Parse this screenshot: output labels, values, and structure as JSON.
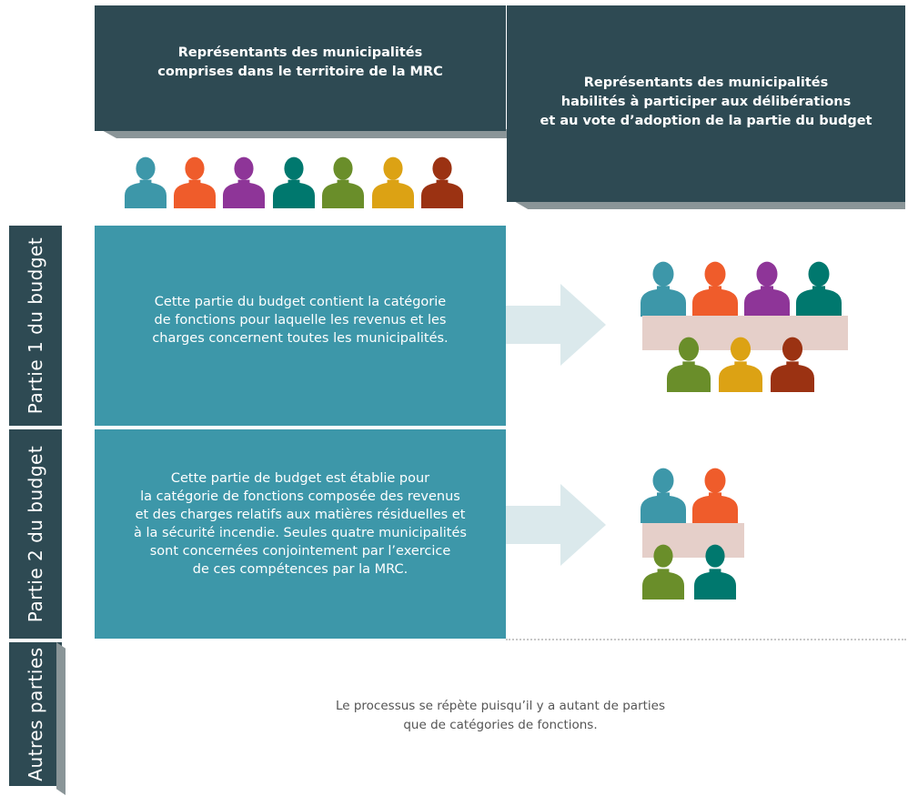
{
  "header": {
    "left_title": "Représentants des municipalités\ncomprises dans le territoire de la MRC",
    "right_title": "Représentants des municipalités\nhabilités à participer aux délibérations\net au vote d’adoption de la partie du budget"
  },
  "colors": {
    "dark": "#2e4a53",
    "panel": "#3d97a9",
    "table": "#e5cfc9",
    "arrow": "#dbe9ec",
    "people": [
      "#3d97a9",
      "#ef5c2b",
      "#8e3598",
      "#00786e",
      "#6a8e2a",
      "#dca214",
      "#9b3212"
    ]
  },
  "side_tabs": {
    "part1": "Partie 1 du budget",
    "part2": "Partie 2 du budget",
    "other": "Autres parties"
  },
  "parts": {
    "part1_text": "Cette partie du budget contient la catégorie\nde fonctions pour laquelle les revenus et les\ncharges concernent toutes les municipalités.",
    "part2_text": "Cette partie de budget est établie pour\nla catégorie de fonctions composée des revenus\net des charges relatifs aux matières résiduelles et\nà la sécurité incendie. Seules quatre municipalités\nsont concernées conjointement par l’exercice\nde ces compétences par la MRC."
  },
  "footer": {
    "text": "Le processus se répète puisqu’il y a autant de parties\nque de catégories de fonctions."
  },
  "icons": {
    "person": "person-silhouette-icon",
    "arrow": "right-arrow-icon"
  }
}
